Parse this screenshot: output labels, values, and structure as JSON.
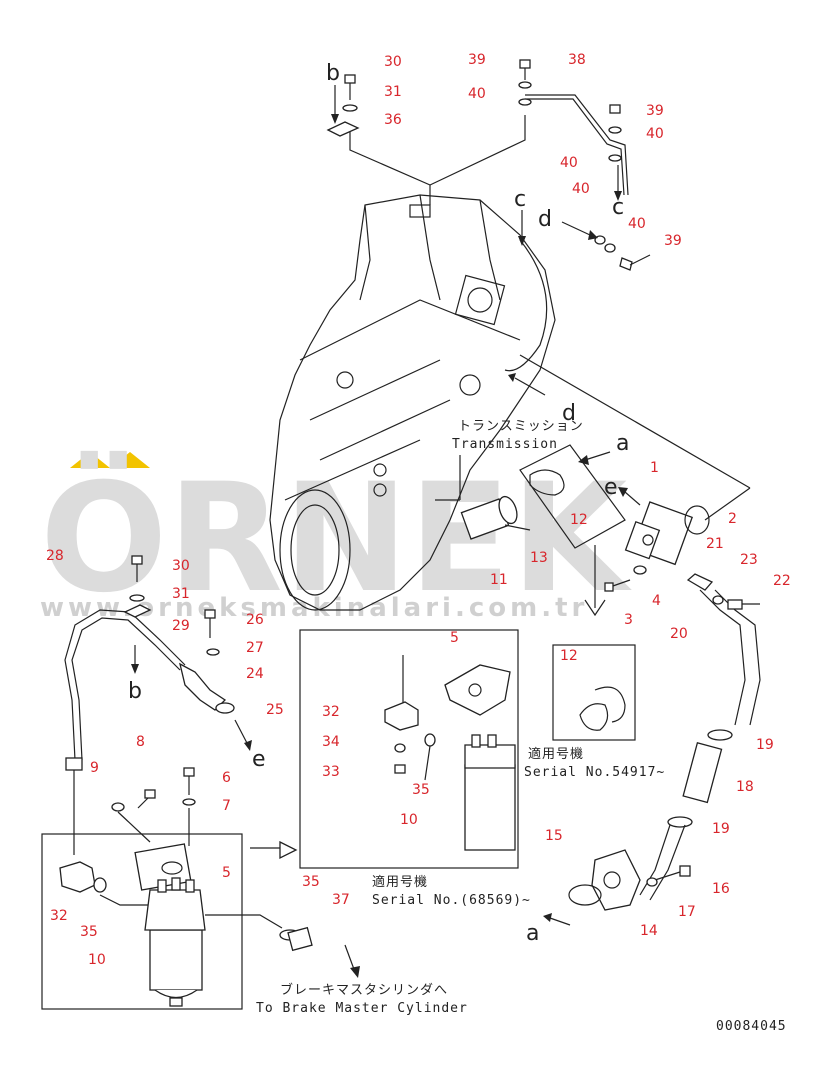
{
  "watermark": {
    "brand": "ÖRNEK",
    "url": "www.orneksmakinalari.com.tr",
    "accent_color": "#f2c300",
    "text_color": "#d9d9d9"
  },
  "drawing_code": "00084045",
  "captions": {
    "transmission_jp": "トランスミッション",
    "transmission_en": "Transmission",
    "brake_jp": "ブレーキマスタシリンダへ",
    "brake_en": "To Brake Master Cylinder",
    "serial_jp_1": "適用号機",
    "serial_en_1": "Serial No.54917~",
    "serial_jp_2": "適用号機",
    "serial_en_2": "Serial No.(68569)~"
  },
  "letters": {
    "a": "a",
    "b": "b",
    "c": "c",
    "d": "d",
    "e": "e"
  },
  "parts": {
    "p1": "1",
    "p2": "2",
    "p3": "3",
    "p4": "4",
    "p5": "5",
    "p6": "6",
    "p7": "7",
    "p8": "8",
    "p9": "9",
    "p10": "10",
    "p11": "11",
    "p12": "12",
    "p13": "13",
    "p14": "14",
    "p15": "15",
    "p16": "16",
    "p17": "17",
    "p18": "18",
    "p19": "19",
    "p20": "20",
    "p21": "21",
    "p22": "22",
    "p23": "23",
    "p24": "24",
    "p25": "25",
    "p26": "26",
    "p27": "27",
    "p28": "28",
    "p29": "29",
    "p30": "30",
    "p31": "31",
    "p32": "32",
    "p33": "33",
    "p34": "34",
    "p35": "35",
    "p36": "36",
    "p37": "37",
    "p38": "38",
    "p39": "39",
    "p40": "40"
  }
}
